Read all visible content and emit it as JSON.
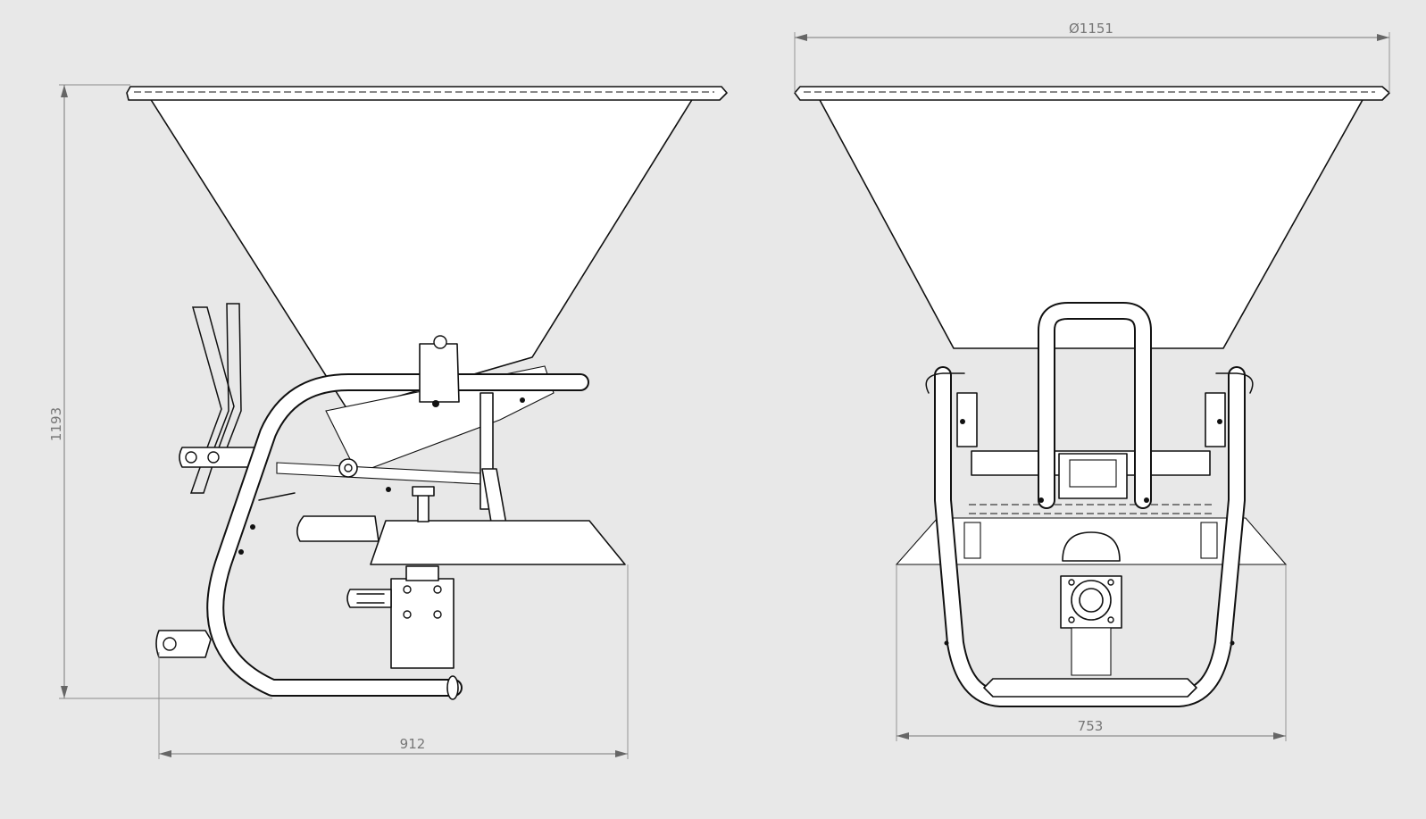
{
  "drawing": {
    "background": "#e8e8e8",
    "line_color": "#111111",
    "dimension_color": "#777777",
    "views": {
      "side_view": {
        "dimensions": {
          "height": "1193",
          "width": "912"
        }
      },
      "front_view": {
        "dimensions": {
          "diameter": "Ø1151",
          "width": "753"
        }
      }
    }
  }
}
